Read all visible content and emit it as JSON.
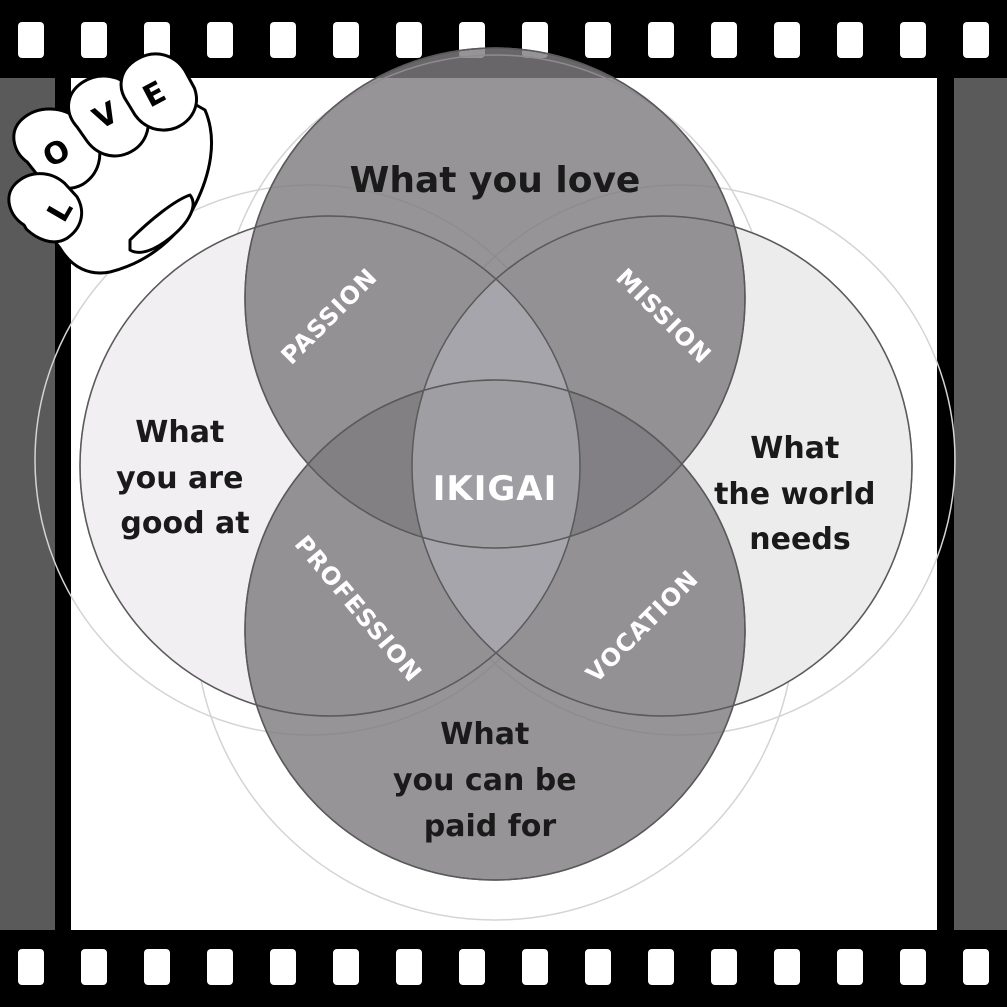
{
  "diagram": {
    "circles": {
      "love": {
        "label_lines": [
          "What you love"
        ]
      },
      "good_at": {
        "label_lines": [
          "What",
          "you are",
          "good at"
        ]
      },
      "world_needs": {
        "label_lines": [
          "What",
          "the world",
          "needs"
        ]
      },
      "paid_for": {
        "label_lines": [
          "What",
          "you can be",
          "paid for"
        ]
      }
    },
    "overlaps": {
      "passion": "PASSION",
      "mission": "MISSION",
      "profession": "PROFESSION",
      "vocation": "VOCATION"
    },
    "center": "IKIGAI"
  },
  "badge": {
    "letters": [
      "L",
      "O",
      "V",
      "E"
    ]
  },
  "colors": {
    "film_black": "#000000",
    "film_side": "#5a5a5a",
    "frame_white": "#ffffff",
    "circle_vertical": "#8e8c8f",
    "circle_good_at": "#f1eff1",
    "circle_world_needs": "#ececec",
    "center_fill": "#a1a2a8"
  }
}
